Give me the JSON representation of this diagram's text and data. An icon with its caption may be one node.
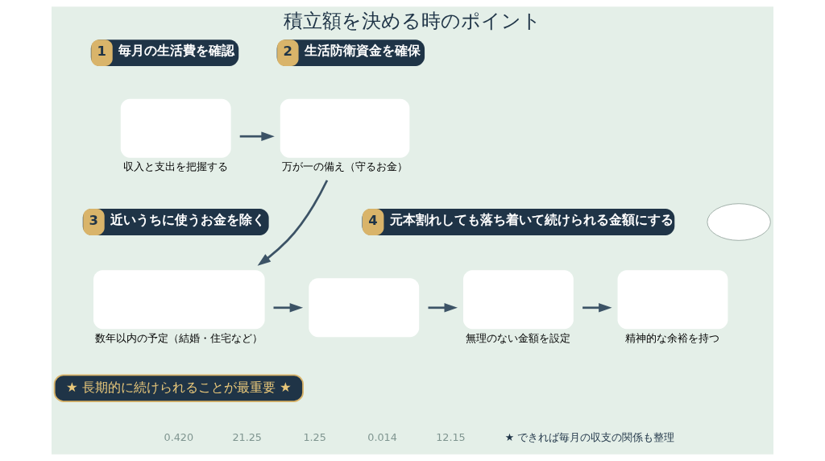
{
  "diagram": {
    "title": "積立額を決める時のポイント",
    "nodes": [
      {
        "text": [
          "1",
          "毎月の生活費を確認"
        ]
      },
      {
        "text": [],
        "shape": "box",
        "beside": [
          "収入と支出を把握する"
        ]
      },
      {
        "text": [
          "2",
          "生活防衛資金を確保"
        ]
      },
      {
        "text": [],
        "shape": "box",
        "beside": [
          "万が一の備え（守るお金）"
        ]
      },
      {
        "text": [
          "3",
          "近いうちに使うお金を除く"
        ]
      },
      {
        "text": [],
        "shape": "box",
        "beside": [
          "数年以内の予定（結婚・住宅など）"
        ]
      },
      {
        "text": [],
        "shape": "box"
      },
      {
        "text": [
          "4",
          "元本割れしても落ち着いて続けられる金額にする"
        ]
      },
      {
        "text": [],
        "shape": "box",
        "beside": [
          "無理のない金額を設定"
        ]
      },
      {
        "text": [],
        "shape": "cloud"
      },
      {
        "text": [],
        "shape": "box",
        "beside": [
          "精神的な余裕を持つ"
        ]
      },
      {
        "text": [
          "★ 長期的に続けられることが最重要 ★"
        ]
      }
    ],
    "edges": [
      {
        "from": 1,
        "to": 3,
        "arrow": "to"
      },
      {
        "from": 3,
        "to": 5,
        "arrow": "to"
      },
      {
        "from": 5,
        "to": 6,
        "arrow": "to"
      },
      {
        "from": 6,
        "to": 8,
        "arrow": "to"
      },
      {
        "from": 8,
        "to": 10,
        "arrow": "to"
      }
    ],
    "labels": [
      "0.420",
      "21.25",
      "1.25",
      "0.014",
      "12.15",
      "★ できれば毎月の収支の関係も整理"
    ]
  }
}
